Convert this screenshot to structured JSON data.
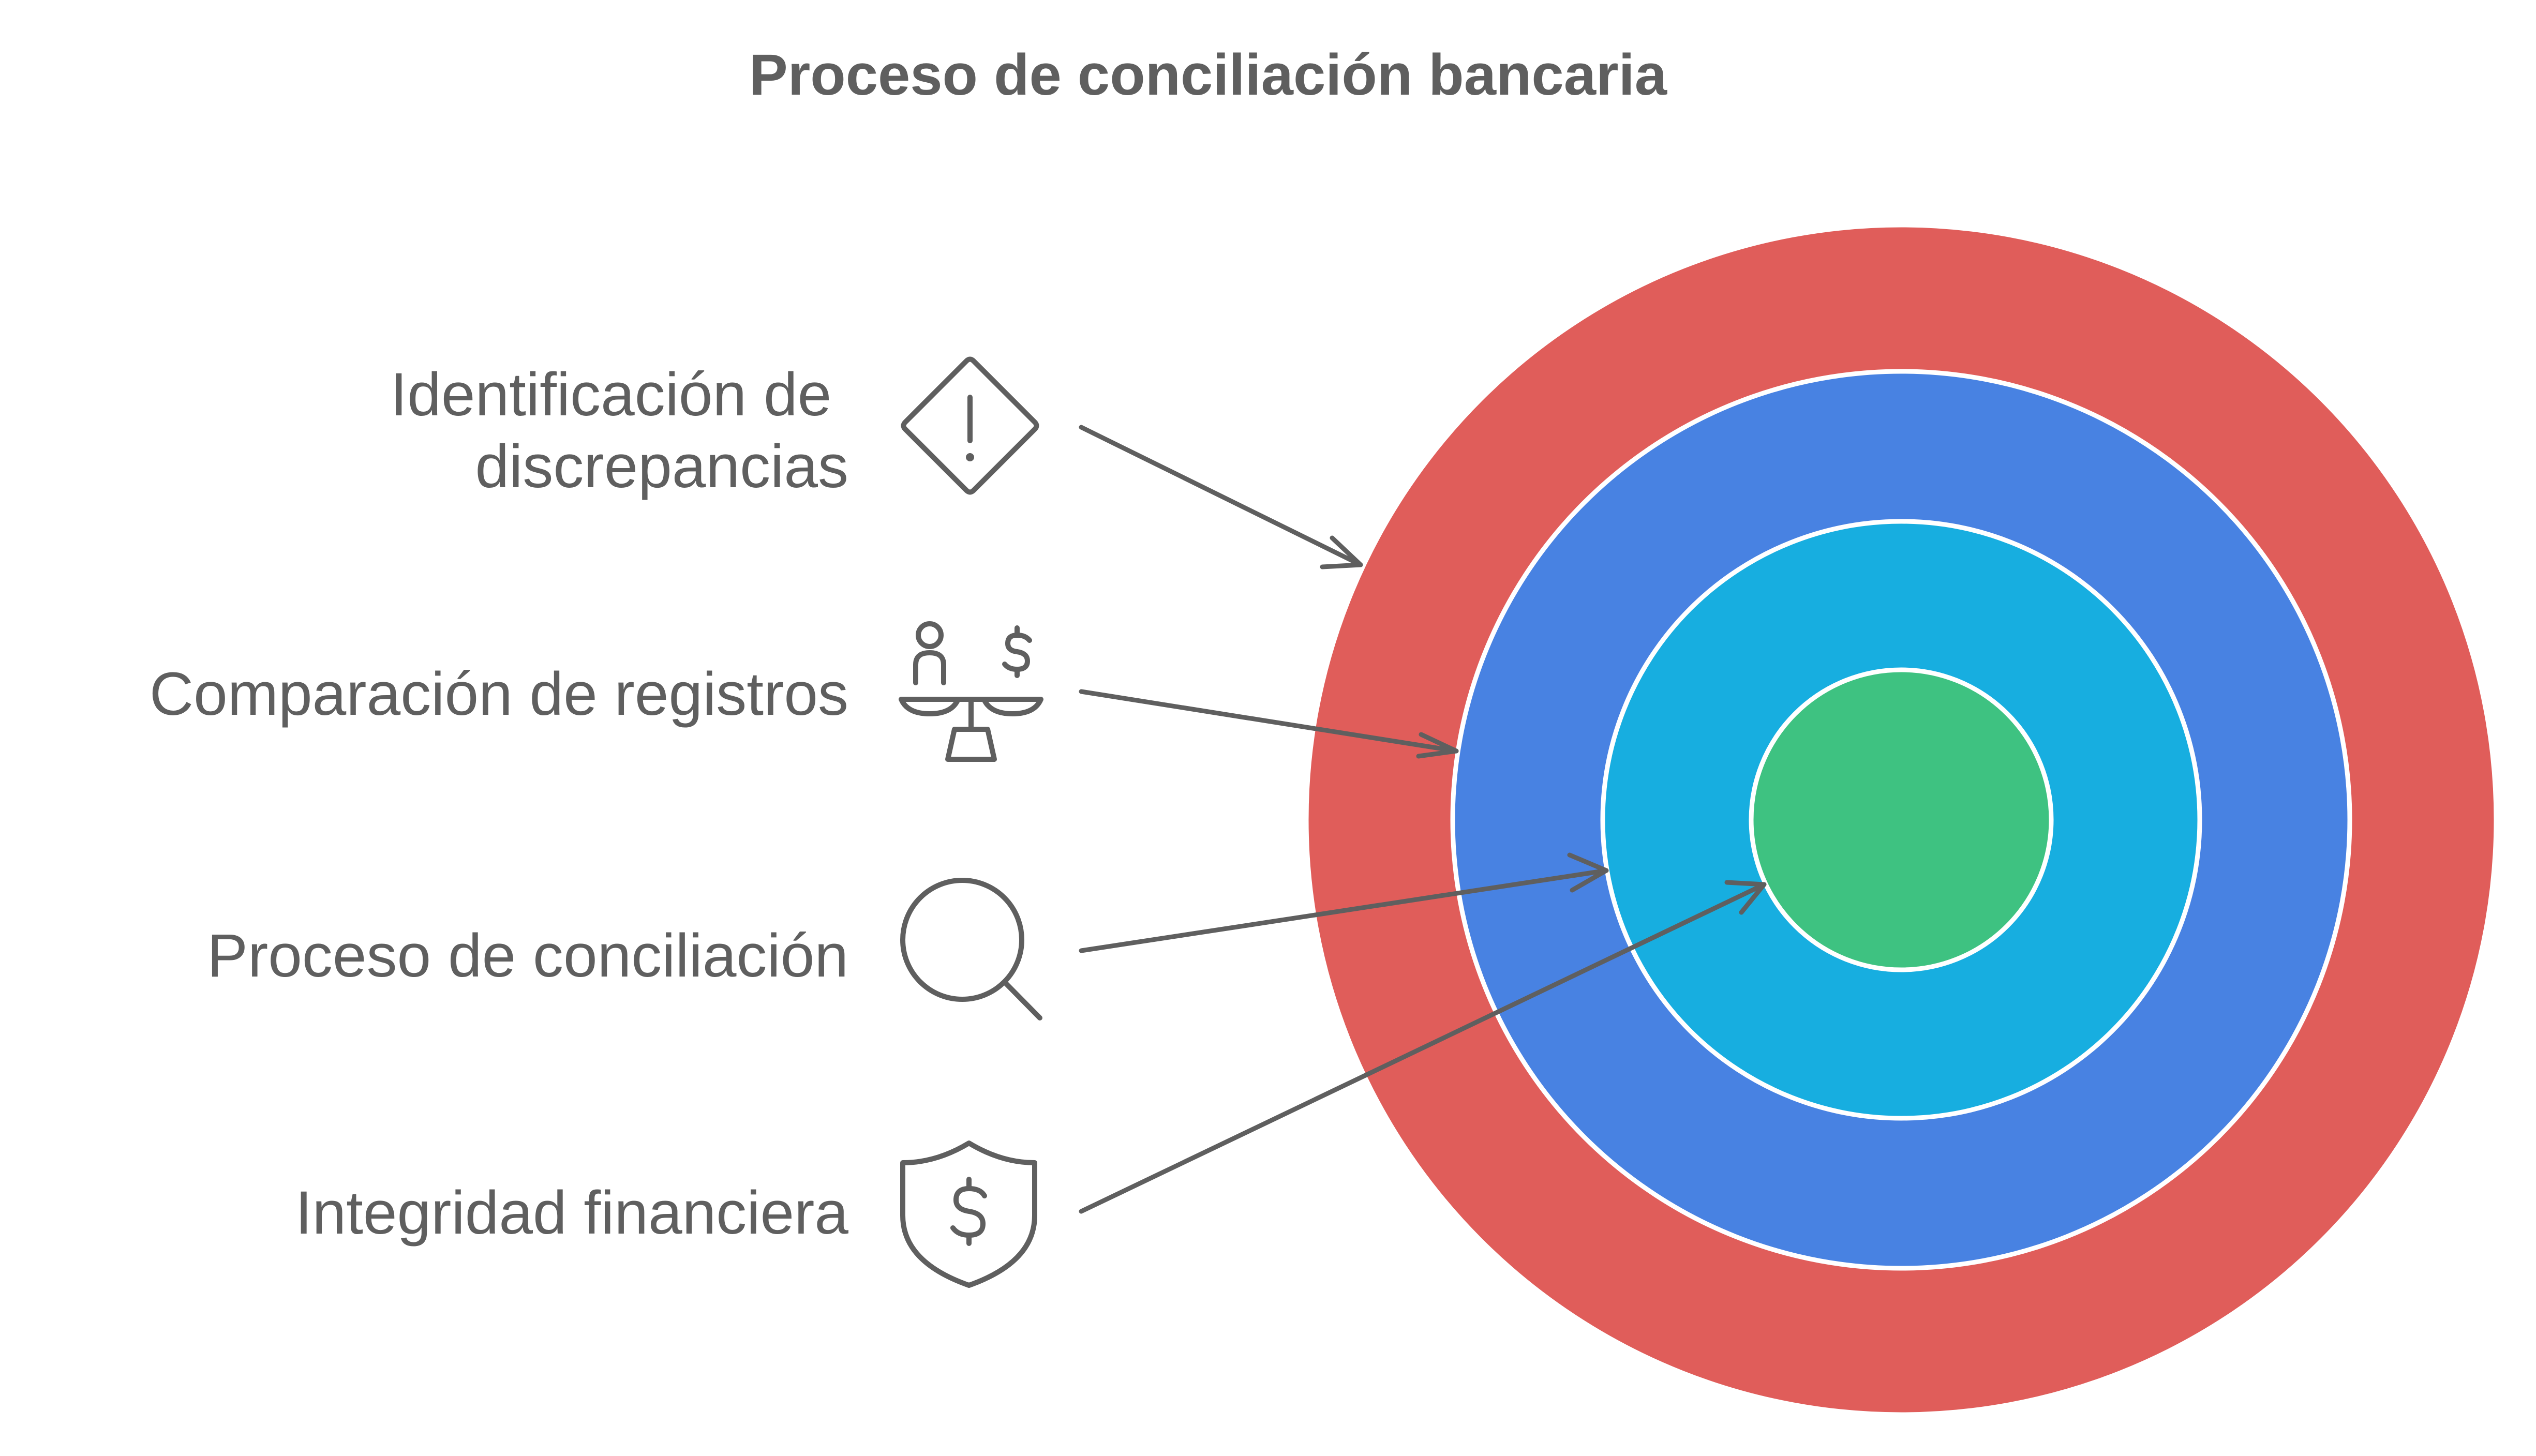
{
  "title": "Proceso de conciliación bancaria",
  "items": [
    {
      "label_lines": [
        "Identificación de",
        "discrepancias"
      ],
      "icon": "warning-diamond-icon"
    },
    {
      "label_lines": [
        "Comparación de registros"
      ],
      "icon": "balance-scale-icon"
    },
    {
      "label_lines": [
        "Proceso de conciliación"
      ],
      "icon": "magnifier-icon"
    },
    {
      "label_lines": [
        "Integridad financiera"
      ],
      "icon": "shield-dollar-icon"
    }
  ],
  "rings": [
    {
      "color": "#e05d5a"
    },
    {
      "color": "#4882e2"
    },
    {
      "color": "#17aee0"
    },
    {
      "color": "#3ec281"
    }
  ]
}
